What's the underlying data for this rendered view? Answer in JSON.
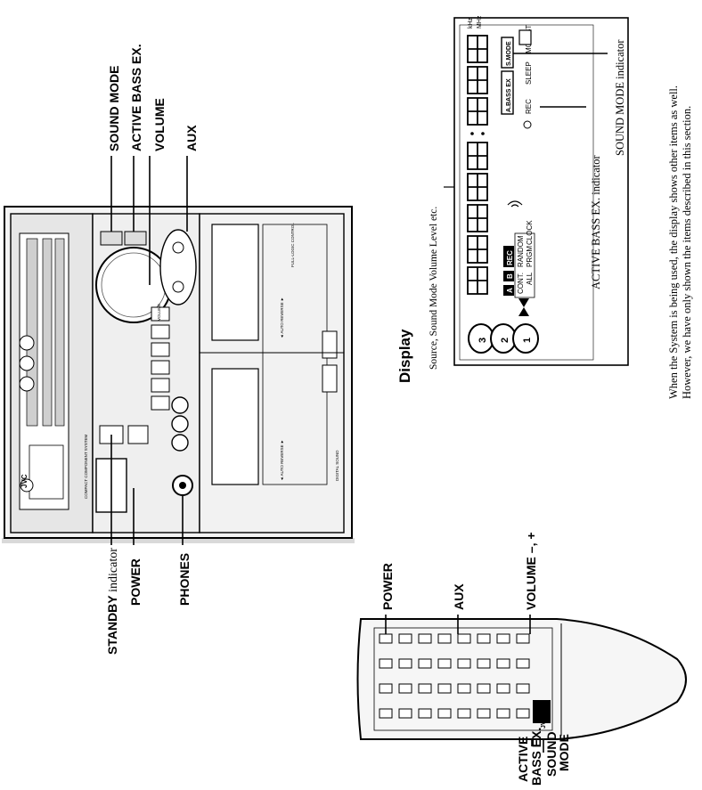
{
  "unit_labels": {
    "sound_mode": "SOUND MODE",
    "active_bass_ex": "ACTIVE BASS EX.",
    "volume": "VOLUME",
    "aux": "AUX",
    "standby_indicator_bold": "STANDBY",
    "standby_indicator_rest": " indicator",
    "power": "POWER",
    "phones": "PHONES"
  },
  "remote_labels": {
    "power": "POWER",
    "aux": "AUX",
    "volume": "VOLUME –, +",
    "active_bass_ex": [
      "ACTIVE",
      "BASS EX."
    ],
    "sound_mode": [
      "SOUND",
      "MODE"
    ]
  },
  "display_section": {
    "heading": "Display",
    "source_label": "Source, Sound Mode Volume Level etc.",
    "active_bass_ex_indicator": "ACTIVE BASS EX. indicator",
    "sound_mode_indicator": "SOUND MODE indicator",
    "note_line1": "When the System is being used, the display shows other items as well.",
    "note_line2": "However, we have only shown the items described in this section."
  },
  "lcd": {
    "khz": "kHz",
    "mhz": "MHz",
    "a_bass_ex": "A.BASS EX",
    "s_mode": "S.MODE",
    "st": "ST",
    "rec": "REC",
    "sleep": "SLEEP",
    "mo": "MO",
    "cont": "CONT.",
    "random": "RANDOM",
    "all": "ALL",
    "prgm": "PRGM",
    "clock": "CLOCK",
    "a": "A",
    "b": "B",
    "rec_badge": "REC",
    "disc_numbers": [
      "3",
      "2",
      "1"
    ]
  },
  "unit_panel_text": {
    "brand": "JVC",
    "system": "COMPACT COMPONENT SYSTEM",
    "auto_reverse_a": "◄ AUTO REVERSE ►",
    "auto_reverse_b": "◄ AUTO REVERSE ►",
    "full_logic": "FULL-LOGIC CONTROL",
    "volume_knob": "VOLUME",
    "digital_sound": "DIGITAL SOUND"
  },
  "remote_text": {
    "brand": "JVC"
  }
}
